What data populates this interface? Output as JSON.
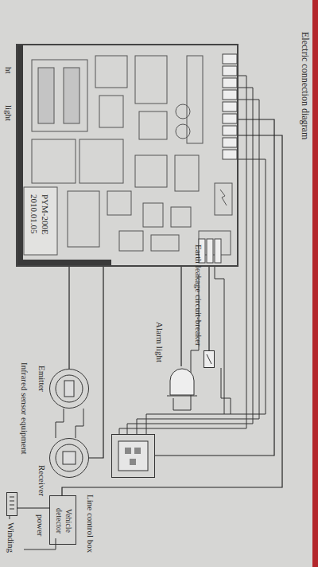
{
  "diagram": {
    "title": "Electric connection diagram",
    "nodes": [
      {
        "text": [
          "PYM-200E",
          "2010.01.05"
        ]
      },
      {
        "text": [
          "Earth leakage circuit-breaker"
        ]
      },
      {
        "text": [
          "Alarm light"
        ]
      },
      {
        "text": [
          "Emitter"
        ]
      },
      {
        "text": [
          "Receiver"
        ]
      },
      {
        "text": [
          "Line control box"
        ]
      },
      {
        "text": [
          "Vehicle detector"
        ]
      },
      {
        "text": [
          "Winding"
        ]
      }
    ],
    "edges": [
      {
        "from": 0,
        "to": 1,
        "arrow": "none"
      },
      {
        "from": 0,
        "to": 2,
        "arrow": "none"
      },
      {
        "from": 0,
        "to": 3,
        "arrow": "none"
      },
      {
        "from": 0,
        "to": 4,
        "arrow": "none"
      },
      {
        "from": 0,
        "to": 5,
        "arrow": "none"
      },
      {
        "from": 0,
        "to": 6,
        "arrow": "none"
      },
      {
        "from": 6,
        "to": 7,
        "arrow": "none"
      }
    ],
    "labels": [
      "ht",
      "light",
      "Infrared sensor equipment",
      "power"
    ]
  }
}
